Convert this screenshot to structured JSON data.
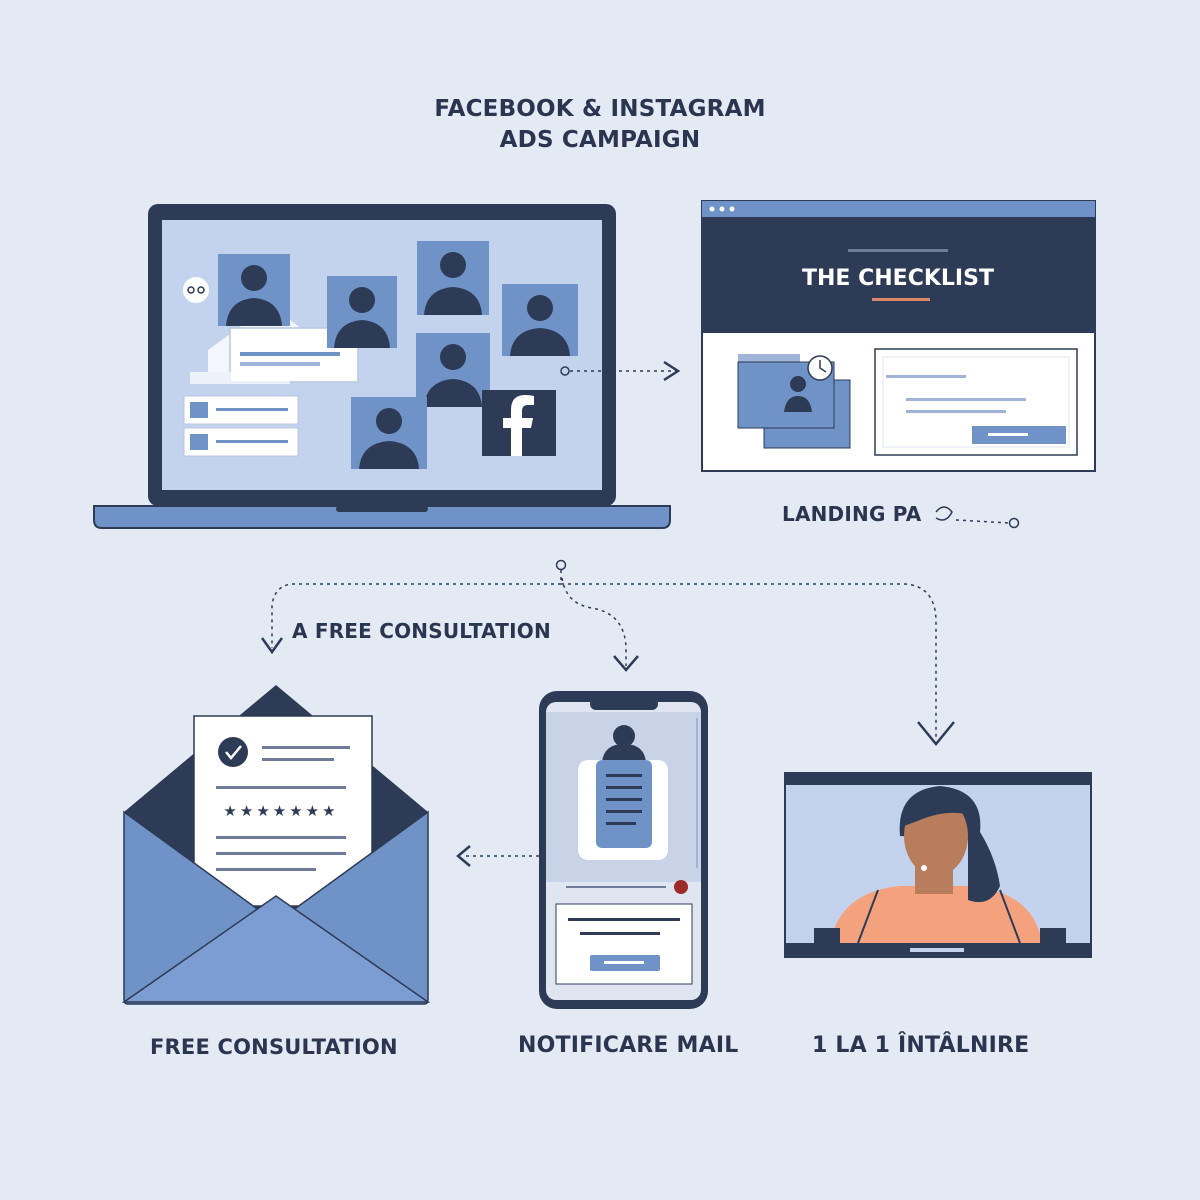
{
  "title": {
    "line1": "FACEBOOK & INSTAGRAM",
    "line2": "ADS CAMPAIGN"
  },
  "landing_page": {
    "heading": "THE CHECKLIST",
    "label": "LANDING PA"
  },
  "flow": {
    "free_consultation_branch": "A FREE CONSULTATION"
  },
  "bottom": {
    "email_label": "FREE CONSULTATION",
    "phone_label": "NOTIFICARE MAIL",
    "video_label": "1 LA 1 ÎNTÂLNIRE"
  },
  "colors": {
    "background": "#e3eaf4",
    "navy": "#2d3b57",
    "blue": "#6f92c7",
    "light_blue": "#c9d7ee",
    "accent_orange": "#d9896a",
    "skin": "#b77d5c"
  },
  "icons": [
    "laptop-icon",
    "browser-window-icon",
    "facebook-logo-icon",
    "envelope-icon",
    "smartphone-icon",
    "video-call-icon",
    "arrow-icon"
  ]
}
